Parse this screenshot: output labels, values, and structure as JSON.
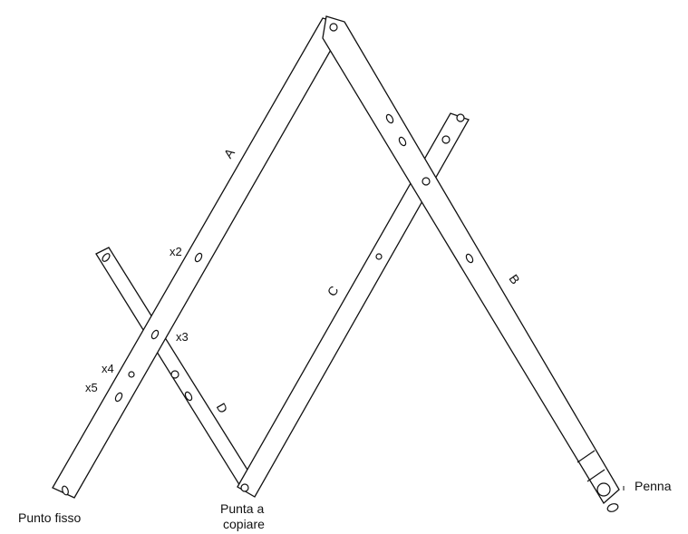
{
  "diagram": {
    "bar_labels": {
      "a": "A",
      "b": "B",
      "c": "C",
      "d": "D"
    },
    "scale_marks": {
      "x2": "x2",
      "x3": "x3",
      "x4": "x4",
      "x5": "x5"
    },
    "points": {
      "fixed": "Punto fisso",
      "tracer_line1": "Punta a",
      "tracer_line2": "copiare",
      "pen": "Penna"
    }
  }
}
